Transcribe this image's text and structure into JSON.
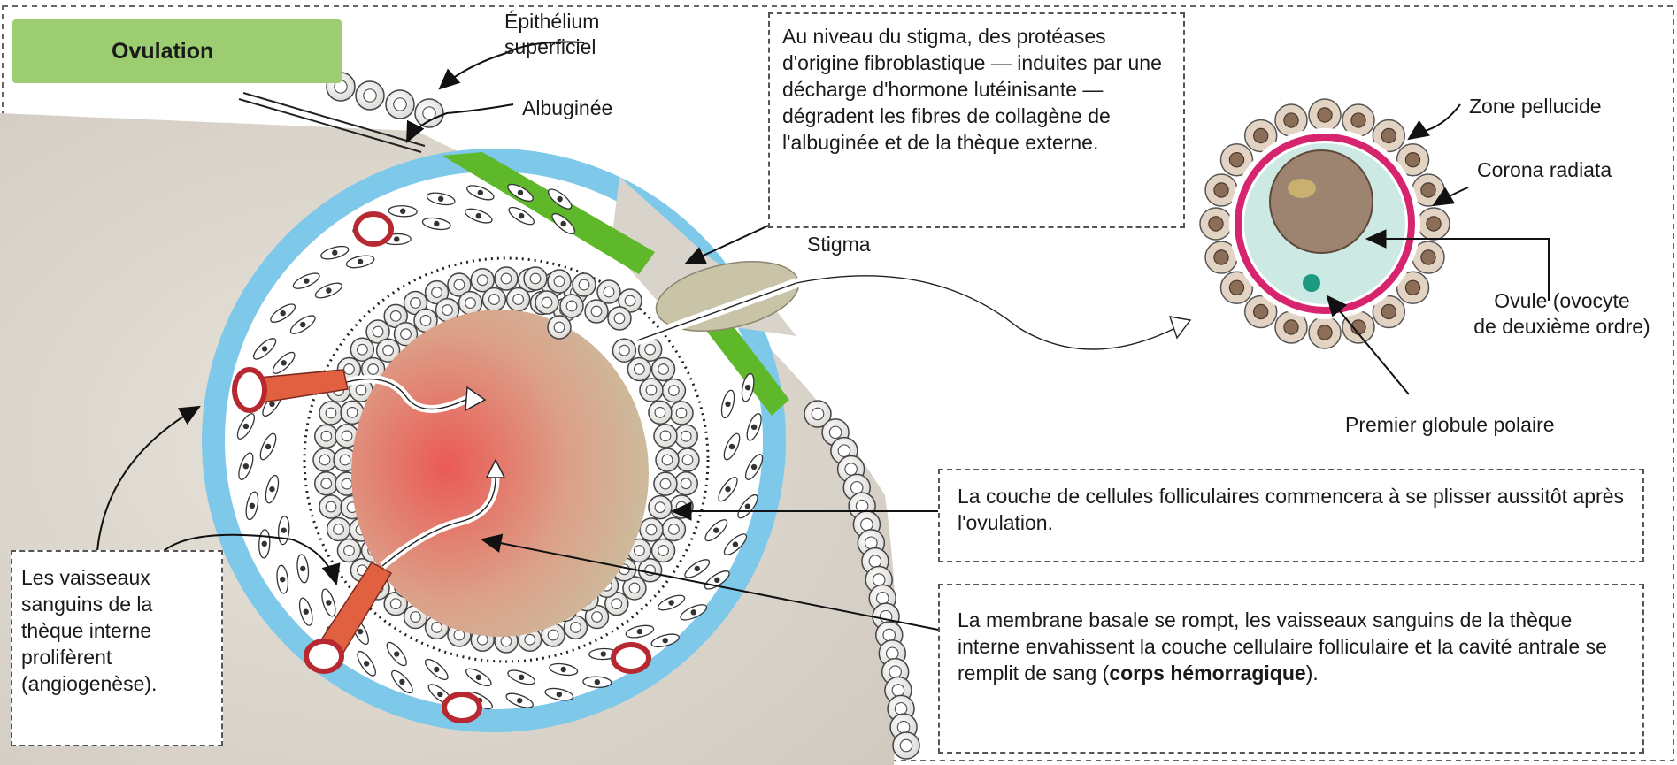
{
  "title": "Ovulation",
  "labels": {
    "epithelium": "Épithélium\nsuperficiel",
    "albuginee": "Albuginée",
    "stigma": "Stigma",
    "zone_pellucide": "Zone pellucide",
    "corona_radiata": "Corona radiata",
    "ovule": "Ovule (ovocyte\nde deuxième ordre)",
    "globule": "Premier globule polaire"
  },
  "boxes": {
    "stigma_note": "Au niveau du stigma, des protéases d'origine fibroblastique — induites par une décharge d'hormone lutéinisante — dégradent les fibres de collagène de l'albuginée et de la thèque externe.",
    "vaisseaux": "Les vaisseaux sanguins de la thèque interne prolifèrent (angiogenèse).",
    "couche": "La couche de cellules folliculaires commencera à se plisser aussitôt après l'ovulation.",
    "membrane_text": "La membrane basale se rompt, les vaisseaux sanguins de la thèque interne envahissent la couche cellulaire folliculaire et la cavité antrale se remplit de sang (",
    "membrane_bold": "corps hémorragique",
    "membrane_end": ")."
  },
  "colors": {
    "title_tab": "#9ccd70",
    "theca_externa": "#7ec8ea",
    "albuginea_green": "#5fb82a",
    "zone_pellucide": "#d6246e",
    "vessel": "#e06040",
    "vessel_ring": "#b82830",
    "antrum_center": "#e8605a",
    "ovary_tissue": "#d9d4cb"
  }
}
